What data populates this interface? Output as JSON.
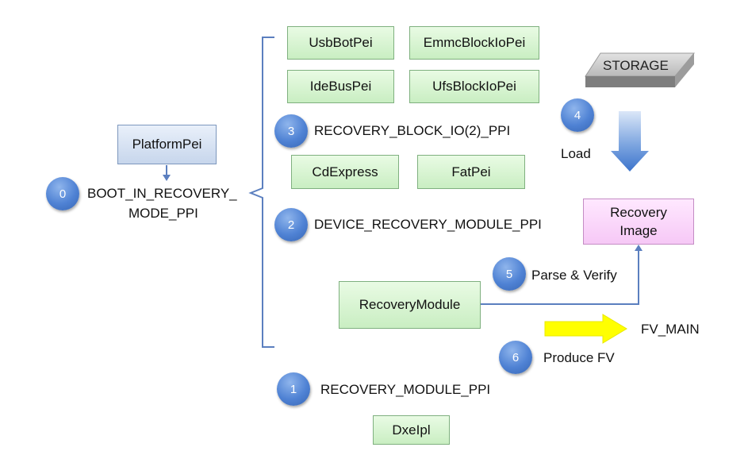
{
  "colors": {
    "module_box": "#d6f4cf",
    "platform_box": "#d9e4f4",
    "image_box": "#fcd7fc",
    "step_circle": "#4f82d4",
    "brace": "#5b7fbf",
    "load_arrow": "#4a7fd0",
    "produce_arrow": "#ffff00"
  },
  "modules": {
    "usbbotpei": "UsbBotPei",
    "emmcblockiopei": "EmmcBlockIoPei",
    "idebuspei": "IdeBusPei",
    "ufsblockiopei": "UfsBlockIoPei",
    "cdexpress": "CdExpress",
    "fatpei": "FatPei",
    "platformpei": "PlatformPei",
    "recoverymodule": "RecoveryModule",
    "dxeipl": "DxeIpl"
  },
  "recovery_image": {
    "line1": "Recovery",
    "line2": "Image"
  },
  "storage": "STORAGE",
  "ppis": {
    "boot_in_recovery_line1": "BOOT_IN_RECOVERY_",
    "boot_in_recovery_line2": "MODE_PPI",
    "recovery_block_io": "RECOVERY_BLOCK_IO(2)_PPI",
    "device_recovery_module": "DEVICE_RECOVERY_MODULE_PPI",
    "recovery_module": "RECOVERY_MODULE_PPI"
  },
  "actions": {
    "load": "Load",
    "parse_verify": "Parse & Verify",
    "produce_fv": "Produce FV",
    "fv_main": "FV_MAIN"
  },
  "steps": {
    "s0": "0",
    "s1": "1",
    "s2": "2",
    "s3": "3",
    "s4": "4",
    "s5": "5",
    "s6": "6"
  }
}
